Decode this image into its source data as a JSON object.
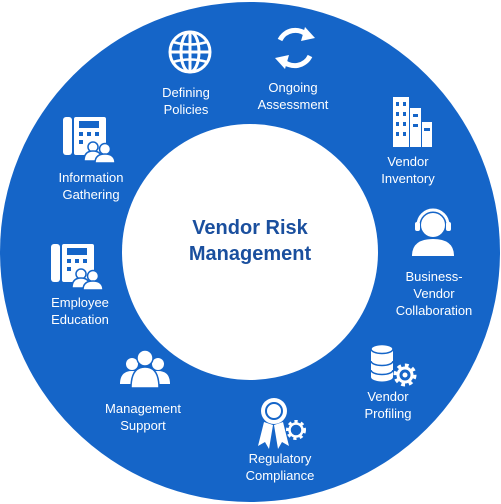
{
  "colors": {
    "ring": "#1565c8",
    "center": "#ffffff",
    "title": "#1a4f9e",
    "icon": "#ffffff"
  },
  "center": {
    "line1": "Vendor Risk",
    "line2": "Management"
  },
  "segments": [
    {
      "id": "defining-policies",
      "icon": "globe-icon",
      "lines": [
        "Defining",
        "Policies"
      ]
    },
    {
      "id": "ongoing-assessment",
      "icon": "refresh-cycle-icon",
      "lines": [
        "Ongoing",
        "Assessment"
      ]
    },
    {
      "id": "vendor-inventory",
      "icon": "buildings-icon",
      "lines": [
        "Vendor",
        "Inventory"
      ]
    },
    {
      "id": "business-vendor-collaboration",
      "icon": "headset-agent-icon",
      "lines": [
        "Business-",
        "Vendor",
        "Collaboration"
      ]
    },
    {
      "id": "vendor-profiling",
      "icon": "database-gear-icon",
      "lines": [
        "Vendor",
        "Profiling"
      ]
    },
    {
      "id": "regulatory-compliance",
      "icon": "award-gear-icon",
      "lines": [
        "Regulatory",
        "Compliance"
      ]
    },
    {
      "id": "management-support",
      "icon": "user-group-icon",
      "lines": [
        "Management",
        "Support"
      ]
    },
    {
      "id": "employee-education",
      "icon": "phone-users-icon",
      "lines": [
        "Employee",
        "Education"
      ]
    },
    {
      "id": "information-gathering",
      "icon": "phone-users-icon",
      "lines": [
        "Information",
        "Gathering"
      ]
    }
  ]
}
